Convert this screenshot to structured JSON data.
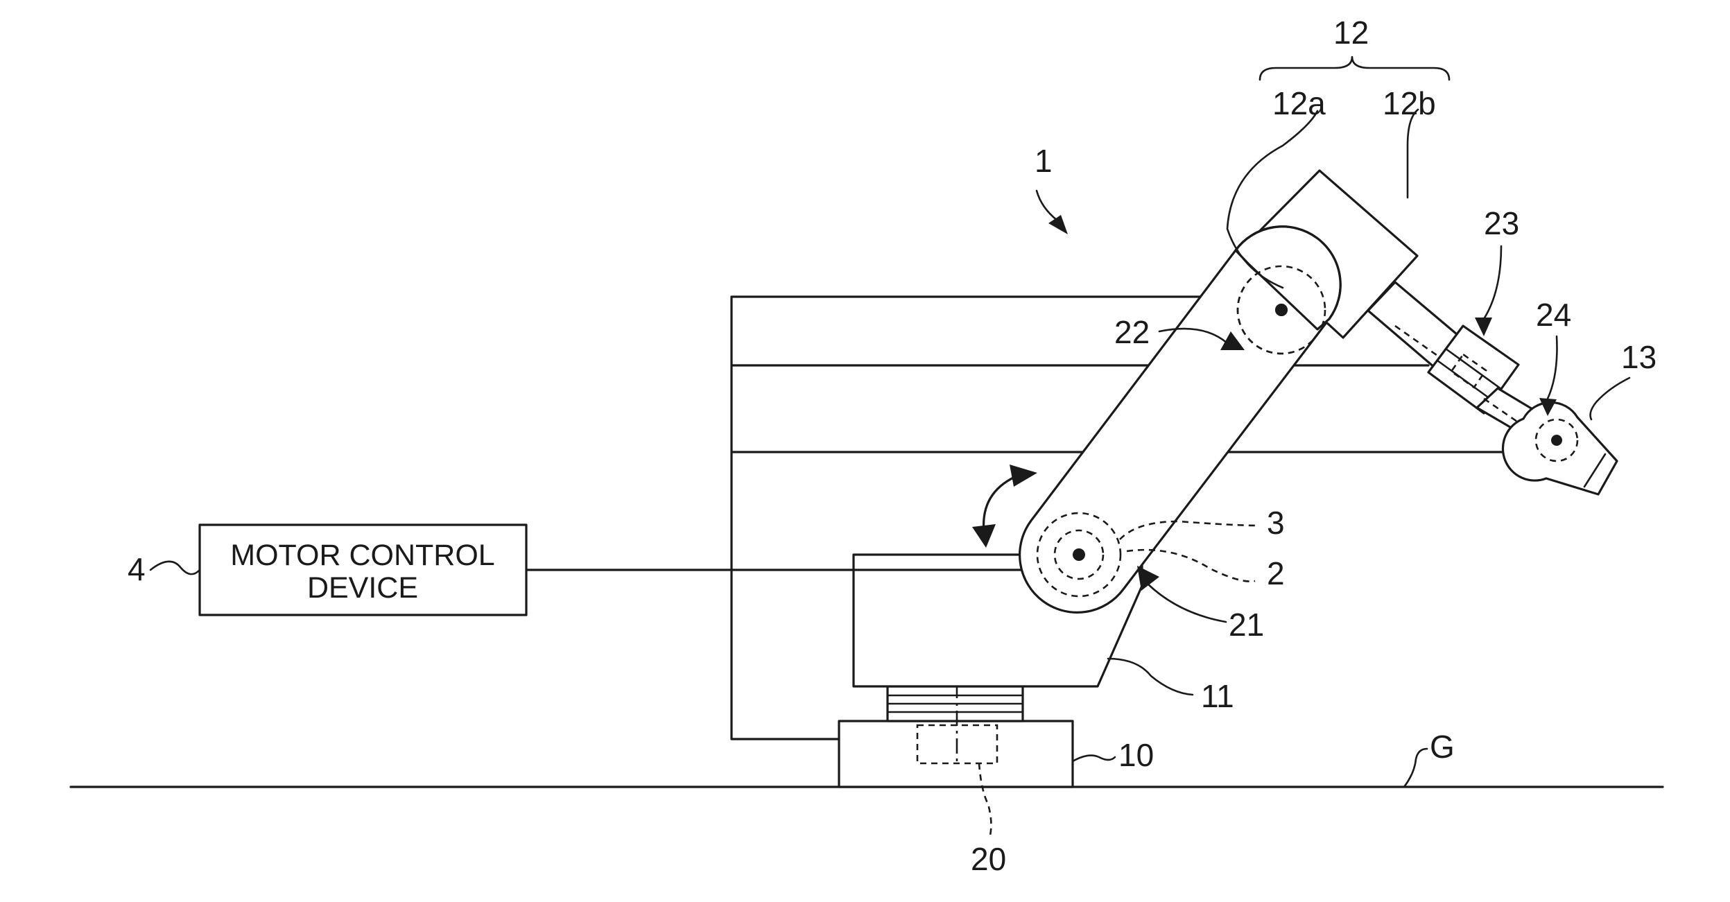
{
  "figure": {
    "box_line1": "MOTOR CONTROL",
    "box_line2": "DEVICE",
    "labels": {
      "robot": "1",
      "motor": "2",
      "encoder": "3",
      "control_device": "4",
      "base": "10",
      "first_arm": "11",
      "second_arm": "12",
      "second_arm_a": "12a",
      "second_arm_b": "12b",
      "wrist": "13",
      "joint20": "20",
      "joint21": "21",
      "joint22": "22",
      "joint23": "23",
      "joint24": "24",
      "ground": "G"
    }
  }
}
